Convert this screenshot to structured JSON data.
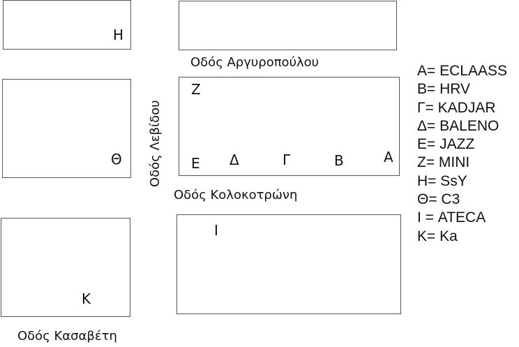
{
  "streets": {
    "argyropoulou": "Οδός Αργυροπούλου",
    "levidou": "Οδός Λεβίδου",
    "kolokotroni": "Οδός Κολοκοτρώνη",
    "kasaveti": "Οδός Κασαβέτη"
  },
  "blocks": {
    "top_left": {
      "label": "Η"
    },
    "top_center": {
      "label": ""
    },
    "mid_left": {
      "label": "Θ"
    },
    "mid_center": {
      "labels": {
        "z": "Ζ",
        "e": "Ε",
        "delta": "Δ",
        "gamma": "Γ",
        "b": "Β",
        "a": "Α"
      }
    },
    "bottom_left": {
      "label": "Κ"
    },
    "bottom_center": {
      "label": "Ι"
    }
  },
  "legend": [
    {
      "key": "Α",
      "text": "Α= ECLAASS"
    },
    {
      "key": "Β",
      "text": "Β= HRV"
    },
    {
      "key": "Γ",
      "text": "Γ= KADJAR"
    },
    {
      "key": "Δ",
      "text": "Δ= BALENO"
    },
    {
      "key": "Ε",
      "text": "Ε= JAZZ"
    },
    {
      "key": "Ζ",
      "text": "Ζ= MINI"
    },
    {
      "key": "Η",
      "text": "Η= SsY"
    },
    {
      "key": "Θ",
      "text": "Θ= C3"
    },
    {
      "key": "Ι",
      "text": "Ι = ATECA"
    },
    {
      "key": "Κ",
      "text": "Κ= Ka"
    }
  ]
}
